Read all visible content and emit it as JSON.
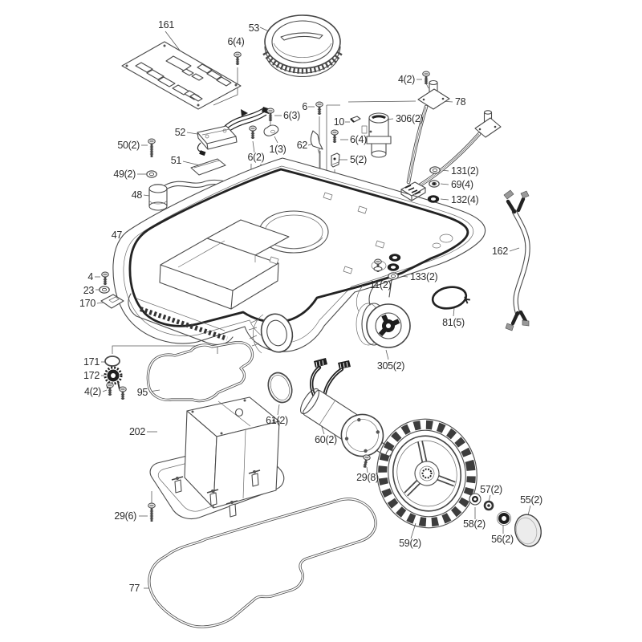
{
  "figure": {
    "type": "exploded-parts-diagram",
    "background": "#ffffff",
    "line_color": "#4a4a4a",
    "dark_color": "#1e1e1e",
    "label_color": "#2d2d2d"
  },
  "labels": [
    {
      "text": "161",
      "part": "main-circuit-board"
    },
    {
      "text": "53",
      "part": "blade-guard-cup"
    },
    {
      "text": "6(4)",
      "part": "screw"
    },
    {
      "text": "52",
      "part": "cable-bracket"
    },
    {
      "text": "51",
      "part": "foam-pad"
    },
    {
      "text": "50(2)",
      "part": "screw"
    },
    {
      "text": "49(2)",
      "part": "washer"
    },
    {
      "text": "48",
      "part": "sensor-canister"
    },
    {
      "text": "47",
      "part": "chassis-tray"
    },
    {
      "text": "6(3)",
      "part": "screw"
    },
    {
      "text": "1(3)",
      "part": "clip"
    },
    {
      "text": "6",
      "part": "screw"
    },
    {
      "text": "62",
      "part": "bracket-wedge"
    },
    {
      "text": "6(2)",
      "part": "screw"
    },
    {
      "text": "10",
      "part": "clip"
    },
    {
      "text": "6(4)",
      "part": "screw"
    },
    {
      "text": "5(2)",
      "part": "spacer-block"
    },
    {
      "text": "306(2)",
      "part": "actuator-cylinder"
    },
    {
      "text": "4(2)",
      "part": "screw"
    },
    {
      "text": "78",
      "part": "sensor-plate-cable"
    },
    {
      "text": "131(2)",
      "part": "washer"
    },
    {
      "text": "69(4)",
      "part": "grommet-washer"
    },
    {
      "text": "132(4)",
      "part": "grommet"
    },
    {
      "text": "162",
      "part": "cable-harness"
    },
    {
      "text": "11(2)",
      "part": "bolt"
    },
    {
      "text": "133(2)",
      "part": "washer"
    },
    {
      "text": "81(5)",
      "part": "clamp-ring"
    },
    {
      "text": "305(2)",
      "part": "front-caster-wheel"
    },
    {
      "text": "4",
      "part": "screw"
    },
    {
      "text": "23",
      "part": "washer"
    },
    {
      "text": "170",
      "part": "cover-plate"
    },
    {
      "text": "171",
      "part": "o-ring"
    },
    {
      "text": "172",
      "part": "drain-plug"
    },
    {
      "text": "4(2)",
      "part": "screw"
    },
    {
      "text": "95",
      "part": "gasket"
    },
    {
      "text": "202",
      "part": "battery-box"
    },
    {
      "text": "61(2)",
      "part": "o-ring"
    },
    {
      "text": "60(2)",
      "part": "wheel-motor"
    },
    {
      "text": "29(8)",
      "part": "screw"
    },
    {
      "text": "29(6)",
      "part": "screw"
    },
    {
      "text": "59(2)",
      "part": "drive-wheel"
    },
    {
      "text": "57(2)",
      "part": "washer"
    },
    {
      "text": "58(2)",
      "part": "washer-bushing"
    },
    {
      "text": "56(2)",
      "part": "lock-nut"
    },
    {
      "text": "55(2)",
      "part": "hub-cap"
    },
    {
      "text": "77",
      "part": "bottom-seal"
    }
  ]
}
